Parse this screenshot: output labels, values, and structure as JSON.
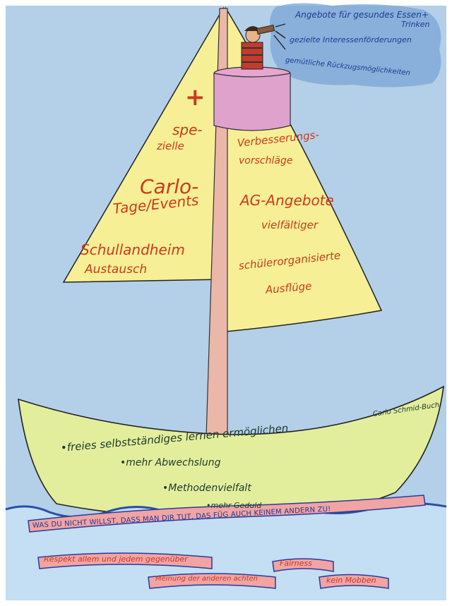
{
  "lookout": {
    "line1": "Angebote für gesundes Essen+",
    "line1b": "Trinken",
    "line2": "gezielte Interessenförderungen",
    "line3": "gemütliche Rückzugsmöglichkeiten"
  },
  "sail_left": {
    "plus": "+",
    "spe": "spe-",
    "zielle": "zielle",
    "carlo": "Carlo-",
    "tage": "Tage/Events",
    "schullandheim": "Schullandheim",
    "austausch": "Austausch"
  },
  "sail_right": {
    "verbesserung1": "Verbesserungs-",
    "verbesserung2": "vorschläge",
    "ag1": "AG-Angebote",
    "ag2": "vielfältiger",
    "schueler1": "schülerorganisierte",
    "schueler2": "Ausflüge"
  },
  "hull": {
    "signature": "Carlo Schmid-Buch",
    "item1": "•freies  selbstständiges  lernen  ermöglichen",
    "item2": "•mehr     Abwechslung",
    "item3": "•Methodenvielfalt",
    "item4": "•mehr Geduld"
  },
  "water": {
    "motto": "WAS DU NICHT WILLST, DASS MAN DIR TUT, DAS FÜG AUCH KEINEM ANDERN ZU!",
    "respekt": "Respekt allem und jedem gegenüber",
    "meinung": "Meinung der anderen achten",
    "fairness": "Fairness",
    "mobben": "kein Mobben"
  }
}
